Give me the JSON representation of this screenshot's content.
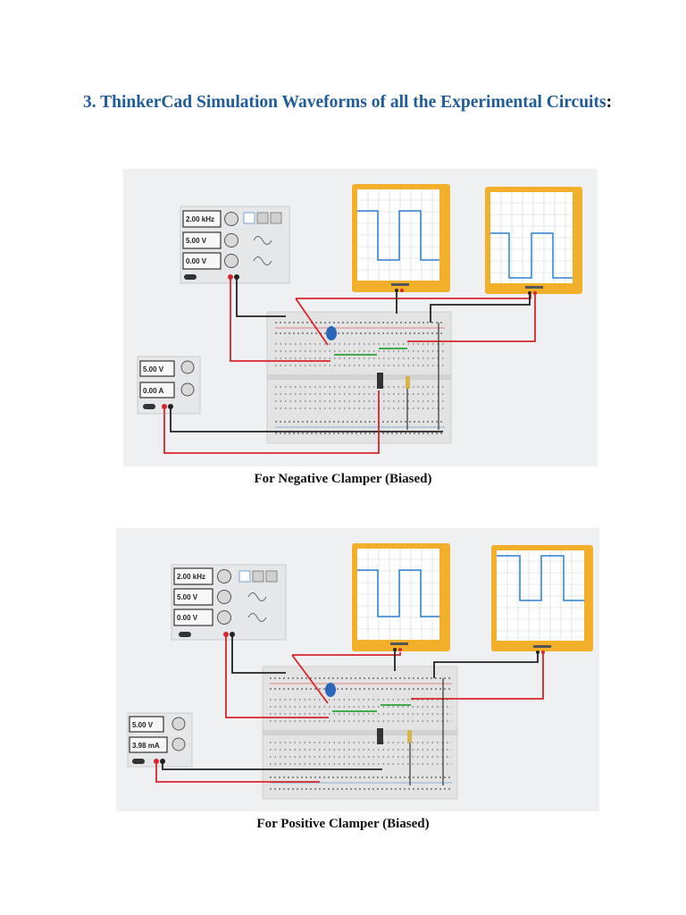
{
  "heading": {
    "text": "3. ThinkerCad Simulation Waveforms of all the Experimental Circuits",
    "colon": ":"
  },
  "figures": [
    {
      "caption": "For Negative Clamper (Biased)",
      "function_generator": {
        "frequency": "2.00 kHz",
        "amplitude": "5.00 V",
        "offset": "0.00 V"
      },
      "power_supply": {
        "voltage": "5.00 V",
        "current": "0.00 A"
      },
      "oscilloscope_1": {
        "trace": "square-wave"
      },
      "oscilloscope_2": {
        "trace": "square-wave"
      }
    },
    {
      "caption": "For Positive Clamper (Biased)",
      "function_generator": {
        "frequency": "2.00 kHz",
        "amplitude": "5.00 V",
        "offset": "0.00 V"
      },
      "power_supply": {
        "voltage": "5.00 V",
        "current": "3.98 mA"
      },
      "oscilloscope_1": {
        "trace": "square-wave"
      },
      "oscilloscope_2": {
        "trace": "square-wave"
      }
    }
  ],
  "colors": {
    "heading": "#1f5c99",
    "scope_frame": "#f2b02a",
    "trace": "#2f7fd1",
    "wire_red": "#d6262b",
    "wire_black": "#222222",
    "wire_green": "#2aa53a"
  }
}
